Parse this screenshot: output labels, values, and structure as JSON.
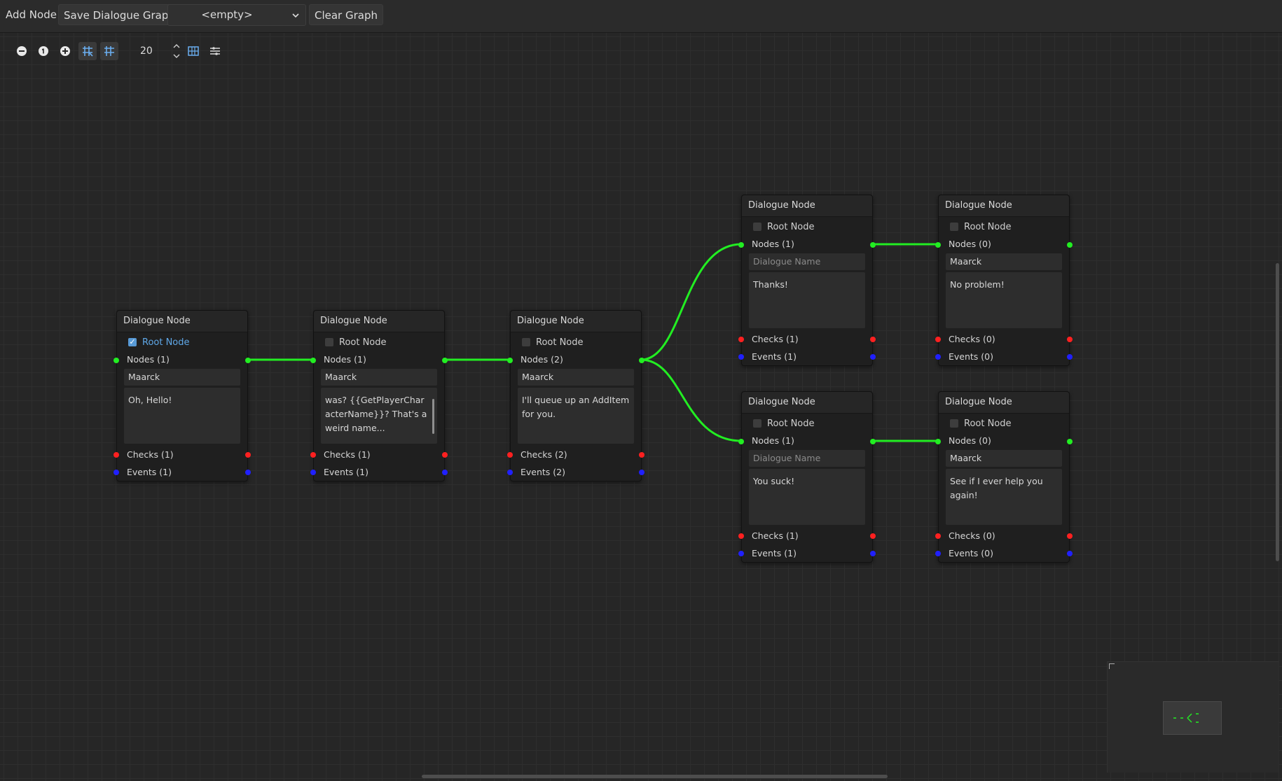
{
  "toolbar": {
    "add_node": "Add Node",
    "save_graph": "Save Dialogue Graph",
    "graph_select_value": "<empty>",
    "clear_graph": "Clear Graph"
  },
  "zoom_controls": {
    "icons": [
      "zoom-out-icon",
      "zoom-reset-icon",
      "zoom-in-icon",
      "snap-grid-icon",
      "grid-toggle-icon",
      "minimap-icon",
      "arrange-icon"
    ],
    "snap_distance": "20"
  },
  "nodes": [
    {
      "title": "Dialogue Node",
      "root_label": "Root Node",
      "root_checked": true,
      "nodes_label": "Nodes (1)",
      "name": "Maarck",
      "text": "Oh, Hello!",
      "checks_label": "Checks (1)",
      "events_label": "Events (1)"
    },
    {
      "title": "Dialogue Node",
      "root_label": "Root Node",
      "root_checked": false,
      "nodes_label": "Nodes (1)",
      "name": "Maarck",
      "text": "was? {{GetPlayerCharacterName}}? That's a weird name...",
      "checks_label": "Checks (1)",
      "events_label": "Events (1)"
    },
    {
      "title": "Dialogue Node",
      "root_label": "Root Node",
      "root_checked": false,
      "nodes_label": "Nodes (2)",
      "name": "Maarck",
      "text": "I'll queue up an AddItem for you.",
      "checks_label": "Checks (2)",
      "events_label": "Events (2)"
    },
    {
      "title": "Dialogue Node",
      "root_label": "Root Node",
      "root_checked": false,
      "nodes_label": "Nodes (1)",
      "name": "",
      "name_placeholder": "Dialogue Name",
      "text": "Thanks!",
      "checks_label": "Checks (1)",
      "events_label": "Events (1)"
    },
    {
      "title": "Dialogue Node",
      "root_label": "Root Node",
      "root_checked": false,
      "nodes_label": "Nodes (0)",
      "name": "Maarck",
      "text": "No problem!",
      "checks_label": "Checks (0)",
      "events_label": "Events (0)"
    },
    {
      "title": "Dialogue Node",
      "root_label": "Root Node",
      "root_checked": false,
      "nodes_label": "Nodes (1)",
      "name": "",
      "name_placeholder": "Dialogue Name",
      "text": "You suck!",
      "checks_label": "Checks (1)",
      "events_label": "Events (1)"
    },
    {
      "title": "Dialogue Node",
      "root_label": "Root Node",
      "root_checked": false,
      "nodes_label": "Nodes (0)",
      "name": "Maarck",
      "text": "See if I ever help you again!",
      "checks_label": "Checks (0)",
      "events_label": "Events (0)"
    }
  ],
  "colors": {
    "node_link_port": "#22ee22",
    "check_port": "#ff2020",
    "event_port": "#2020ff",
    "root_checked": "#5fa8e8"
  }
}
